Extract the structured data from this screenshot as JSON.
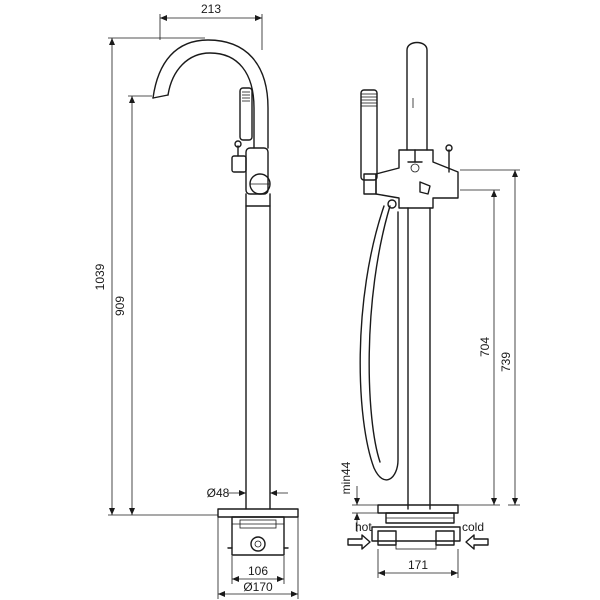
{
  "dimensions": {
    "spout_reach": "213",
    "total_height": "1039",
    "spout_height": "909",
    "pipe_diameter": "Ø48",
    "box_width": "106",
    "base_diameter": "Ø170",
    "lever_height_a": "704",
    "lever_height_b": "739",
    "min_depth": "min44",
    "box_depth": "171"
  },
  "inlets": {
    "hot": "hot",
    "cold": "cold"
  }
}
